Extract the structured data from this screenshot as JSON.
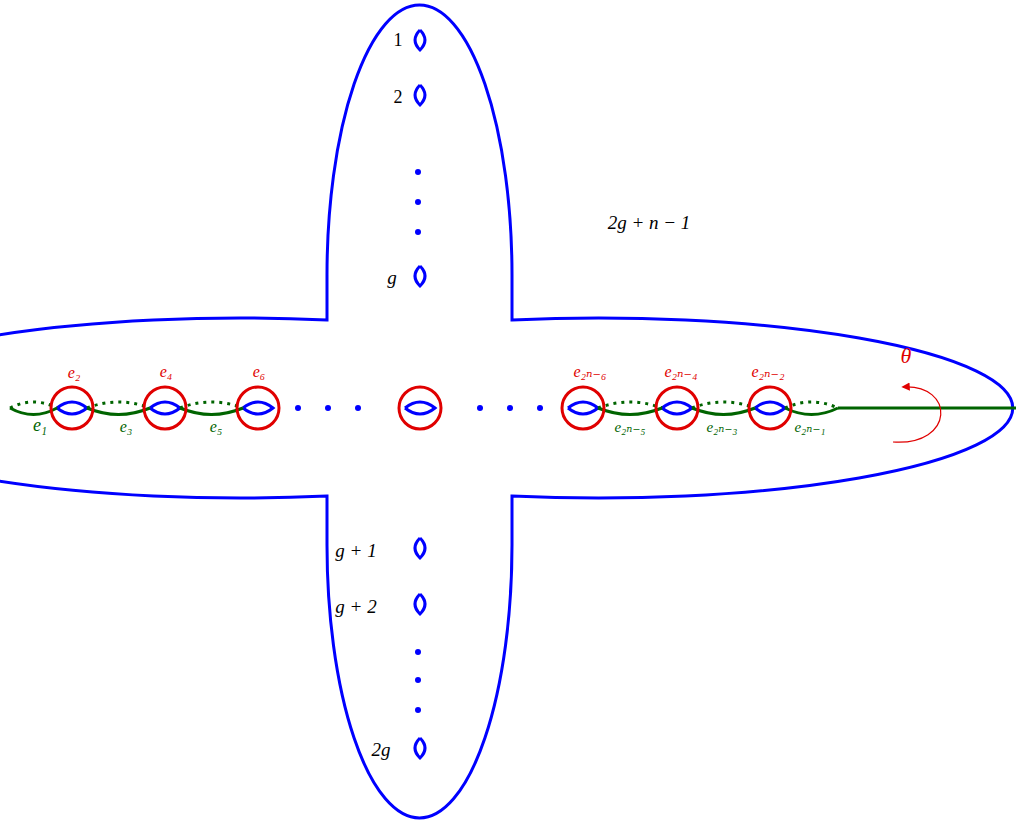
{
  "diagram": {
    "labels": [
      "1",
      "2",
      "g",
      "g + 1",
      "g + 2",
      "2g",
      "2g + n − 1",
      "θ",
      "e₁",
      "e₂",
      "e₃",
      "e₄",
      "e₅",
      "e₆",
      "e₂ₙ₋₆",
      "e₂ₙ₋₄",
      "e₂ₙ₋₂",
      "e₂ₙ₋₅",
      "e₂ₙ₋₃",
      "e₂ₙ₋₁"
    ]
  }
}
